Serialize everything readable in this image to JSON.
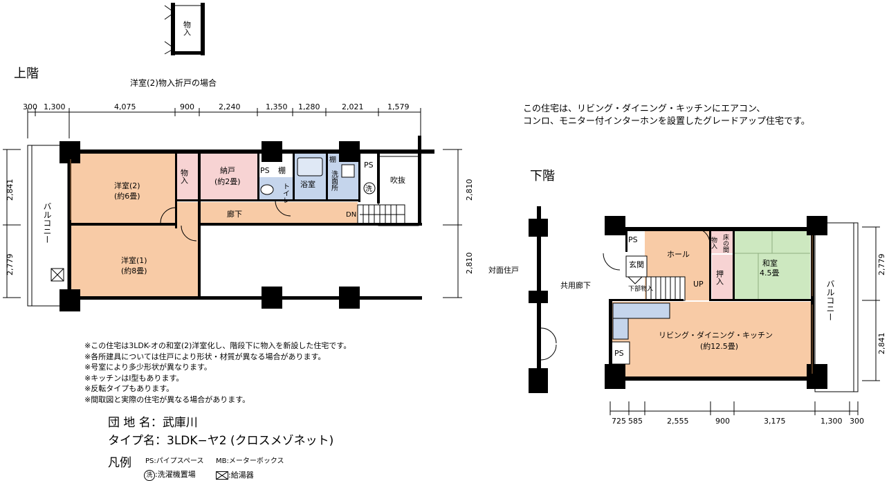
{
  "upper": {
    "floor_label": "上階",
    "closet_variant_caption": "洋室(2)物入折戸の場合",
    "closet_variant_room": "物入",
    "dims_top": [
      "300",
      "1,300",
      "4,075",
      "900",
      "2,240",
      "1,350",
      "1,280",
      "2,021",
      "1,579"
    ],
    "dims_left": [
      "2,841",
      "2,779"
    ],
    "dims_right": [
      "2,810",
      "2,810"
    ],
    "rooms": {
      "western2_name": "洋室(2)",
      "western2_size": "(約6畳)",
      "western1_name": "洋室(1)",
      "western1_size": "(約8畳)",
      "closet": "物入",
      "storeroom_name": "納戸",
      "storeroom_size": "(約2畳)",
      "ps1": "PS",
      "shelf1": "棚",
      "toilet": "トイレ",
      "bath": "浴室",
      "shelf2": "棚",
      "washroom": "洗面所",
      "washer_mark": "洗",
      "ps2": "PS",
      "stairwell": "吹抜",
      "corridor": "廊下",
      "dn": "DN",
      "balcony": "バルコニー"
    }
  },
  "lower": {
    "floor_label": "下階",
    "opposite_unit": "対面住戸",
    "common_corridor": "共用廊下",
    "dims_bottom": [
      "725",
      "585",
      "2,555",
      "900",
      "3,175",
      "1,300",
      "300"
    ],
    "dims_right": [
      "2,779",
      "2,841"
    ],
    "rooms": {
      "ps_top": "PS",
      "hall": "ホール",
      "closet": "物入",
      "alcove": "床の間",
      "japanese_name": "和室",
      "japanese_size": "4.5畳",
      "entrance": "玄関",
      "understair_storage": "下部物入",
      "up": "UP",
      "oshiire": "押入",
      "ldk_name": "リビング・ダイニング・キッチン",
      "ldk_size": "(約12.5畳)",
      "ps_bottom": "PS",
      "balcony": "バルコニー"
    }
  },
  "description_lines": [
    "この住宅は、リビング・ダイニング・キッチンにエアコン、",
    "コンロ、モニター付インターホンを設置したグレードアップ住宅です。"
  ],
  "notes": [
    "※この住宅は3LDK-オの和室(2)洋室化し、階段下に物入を新設した住宅です。",
    "※各所建具については住戸により形状・材質が異なる場合があります。",
    "※号室により多少形状が異なります。",
    "※キッチンはI型もあります。",
    "※反転タイプもあります。",
    "※間取図と実際の住宅が異なる場合があります。"
  ],
  "info": {
    "complex_label": "団 地 名：",
    "complex_value": "武庫川",
    "type_label": "タイプ名：",
    "type_value": "3LDK−ヤ2 (クロスメゾネット)",
    "legend_label": "凡例",
    "legend_ps": "PS:パイプスペース",
    "legend_mb": "MB:メーターボックス",
    "legend_washer_mark": "洗",
    "legend_washer": ":洗濯機置場",
    "legend_heater": ":給湯器"
  },
  "colors": {
    "western_room": "#f8cba6",
    "storeroom": "#f7d3d3",
    "wet_area": "#c5d5ec",
    "japanese_room": "#cde8c0",
    "wall": "#000000"
  }
}
